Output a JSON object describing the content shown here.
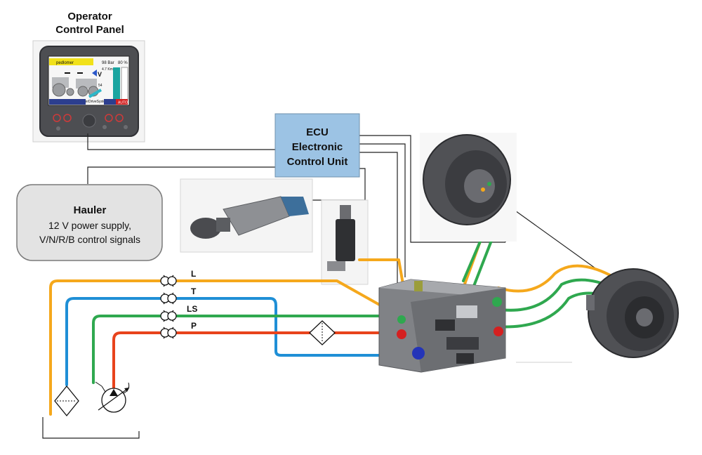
{
  "operator_panel": {
    "title_line1": "Operator",
    "title_line2": "Control Panel",
    "screen": {
      "brand": "pedlomer",
      "pressure": "98 Bar",
      "percent": "80 %",
      "speed": "4.7 Km/h",
      "mode": "V",
      "number": "54",
      "system_name": "TrailerDriveSystem",
      "auto_label": "AUTO"
    }
  },
  "ecu": {
    "line1": "ECU",
    "line2": "Electronic",
    "line3": "Control Unit",
    "fill_color": "#9cc3e4"
  },
  "hauler": {
    "title": "Hauler",
    "line1": "12 V power supply,",
    "line2": "V/N/R/B control signals"
  },
  "lines": [
    {
      "label": "L",
      "color": "#f5a81c"
    },
    {
      "label": "T",
      "color": "#1f8fd6"
    },
    {
      "label": "LS",
      "color": "#2fa84f"
    },
    {
      "label": "P",
      "color": "#e8431c"
    }
  ]
}
